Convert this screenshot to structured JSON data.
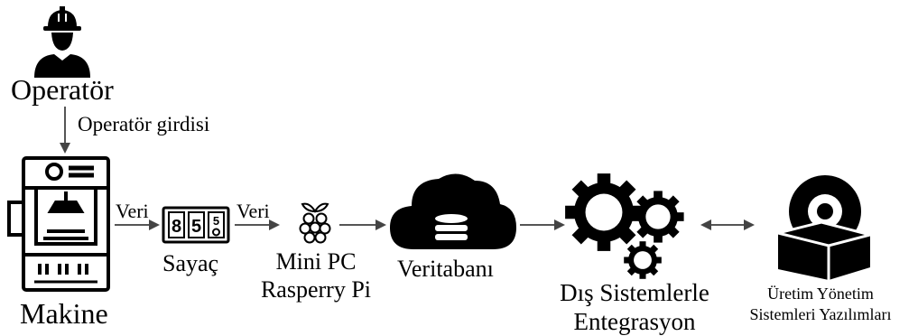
{
  "nodes": {
    "operator": {
      "label": "Operatör",
      "icon": "operator-helmet-icon"
    },
    "machine": {
      "label": "Makine",
      "icon": "press-machine-icon"
    },
    "counter": {
      "label": "Sayaç",
      "icon": "counter-display-icon",
      "digits": [
        "8",
        "5",
        "5"
      ]
    },
    "minipc": {
      "label_line1": "Mini PC",
      "label_line2": "Rasperry Pi",
      "icon": "raspberry-pi-icon"
    },
    "database": {
      "label": "Veritabanı",
      "icon": "cloud-database-icon"
    },
    "integration": {
      "label_line1": "Dış Sistemlerle",
      "label_line2": "Entegrasyon",
      "icon": "gears-icon"
    },
    "mes": {
      "label_line1": "Üretim Yönetim",
      "label_line2": "Sistemleri Yazılımları",
      "icon": "software-box-icon"
    }
  },
  "edges": {
    "operator_to_machine": "Operatör girdisi",
    "machine_to_counter": "Veri",
    "counter_to_pi": "Veri"
  },
  "colors": {
    "ink": "#000000",
    "background": "#ffffff",
    "lines": "#555555"
  }
}
